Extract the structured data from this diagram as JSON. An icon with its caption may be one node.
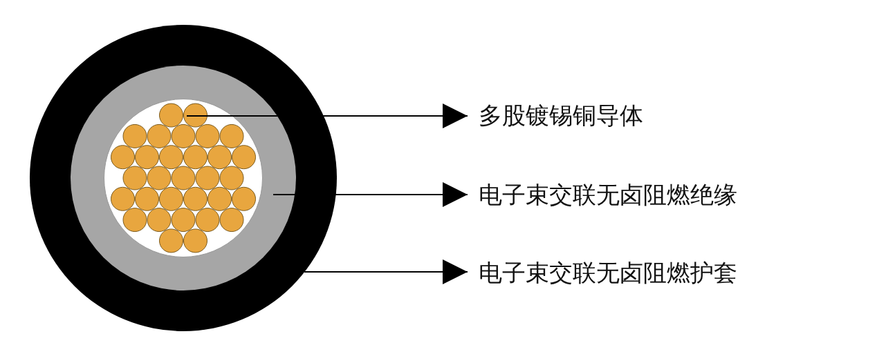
{
  "diagram": {
    "nodes": [
      {
        "text": [],
        "shape": "circle"
      },
      {
        "text": [],
        "shape": "circle",
        "in": 0
      },
      {
        "text": [],
        "shape": "circle",
        "in": 1
      },
      {
        "text": [
          "多股镀锡铜导体"
        ]
      },
      {
        "text": [
          "电子束交联无卤阻燃绝缘"
        ]
      },
      {
        "text": [
          "电子束交联无卤阻燃护套"
        ]
      }
    ],
    "edges": [
      {
        "from": 2,
        "to": 3,
        "arrow": "to"
      },
      {
        "from": 1,
        "to": 4,
        "arrow": "to"
      },
      {
        "from": 0,
        "to": 5,
        "arrow": "to"
      }
    ]
  }
}
